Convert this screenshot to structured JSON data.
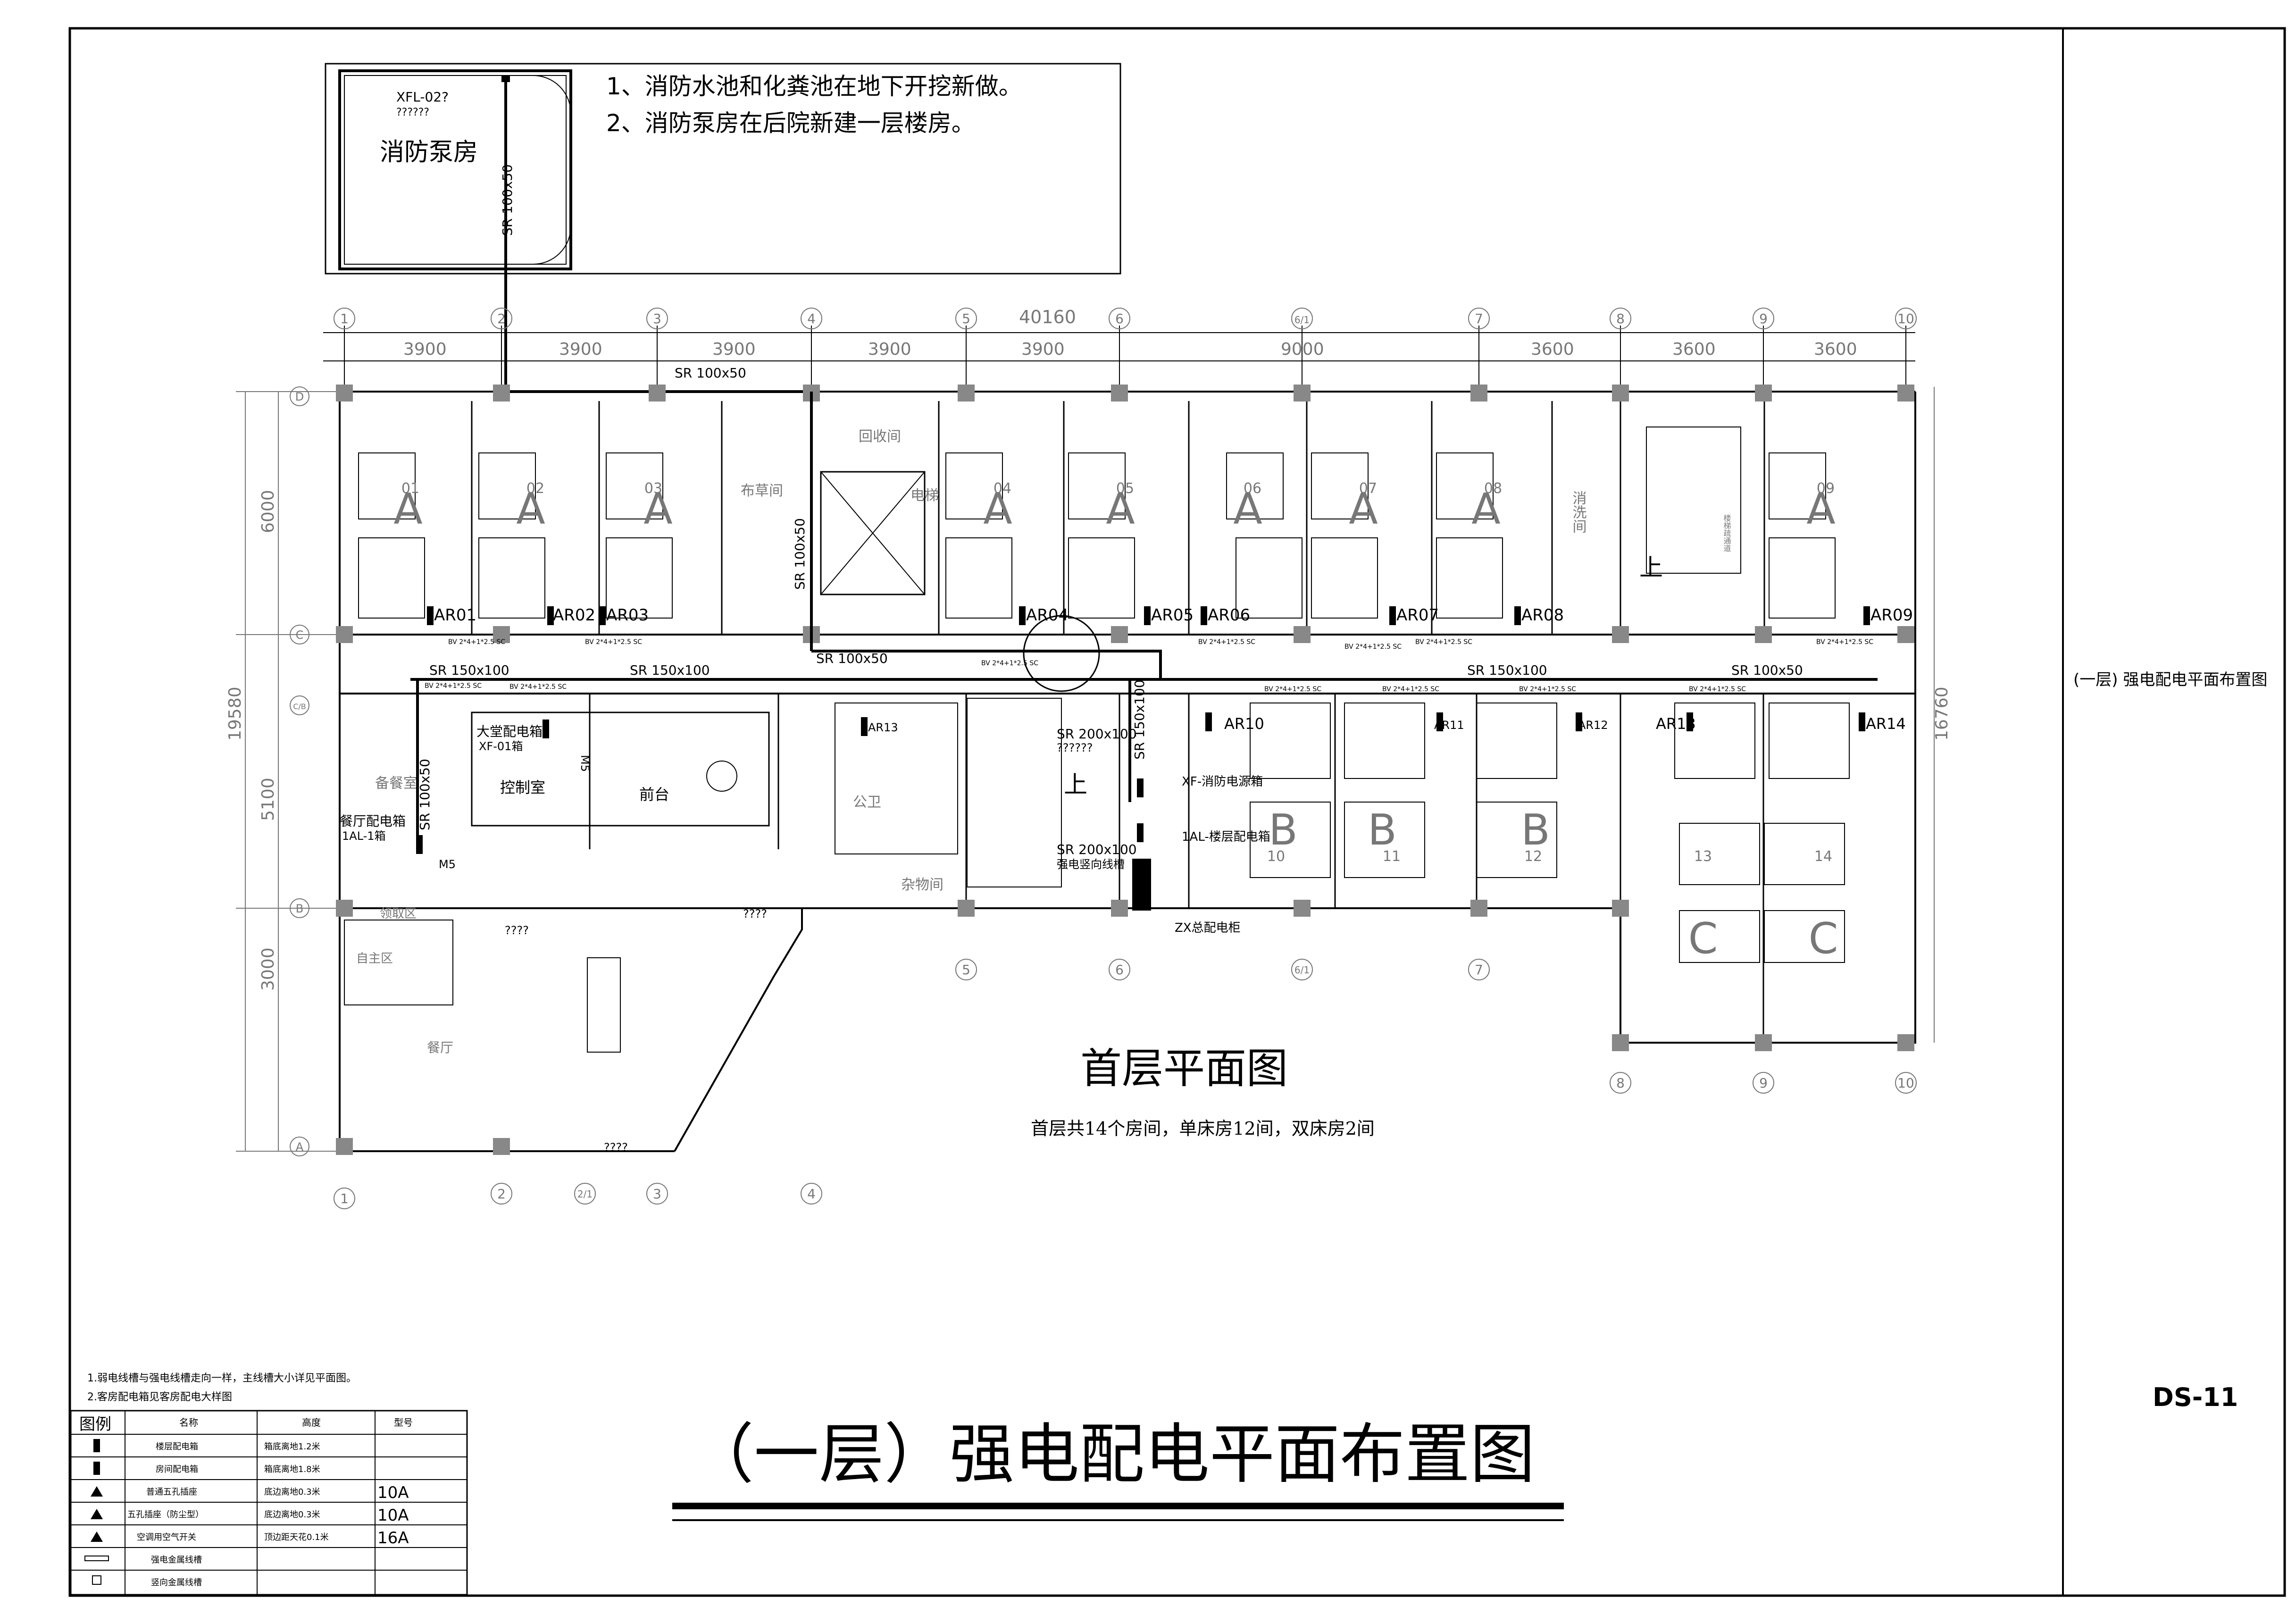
{
  "notes": {
    "line1": "1、消防水池和化粪池在地下开挖新做。",
    "line2": "2、消防泵房在后院新建一层楼房。"
  },
  "pump_room": {
    "label": "消防泵房",
    "box_id": "XFL-02?",
    "box_desc": "??????",
    "riser": "SR 100x50"
  },
  "dimensions": {
    "top_total": "40160",
    "top_segments": [
      "3900",
      "3900",
      "3900",
      "3900",
      "3900",
      "9000",
      "3600",
      "3600",
      "3600"
    ],
    "left_total": "19580",
    "left_segments": [
      "6000",
      "5100",
      "3000"
    ],
    "right_total": "16760"
  },
  "axes": {
    "top": [
      "1",
      "2",
      "3",
      "4",
      "5",
      "6",
      "6/1",
      "7",
      "8",
      "9",
      "10"
    ],
    "bottom_left": [
      "1",
      "2",
      "2/1",
      "3",
      "4"
    ],
    "bottom_mid": [
      "5",
      "6",
      "6/1",
      "7"
    ],
    "bottom_right": [
      "8",
      "9",
      "10"
    ],
    "left": [
      "D",
      "C",
      "C/B",
      "B",
      "A"
    ]
  },
  "trays": {
    "top_run": "SR 100x50",
    "corr_left": "SR 150x100",
    "corr_left2": "SR 150x100",
    "corr_mid": "SR 100x50",
    "corr_right": "SR 150x100",
    "corr_right2": "SR 100x50",
    "vert_left": "SR 100x50",
    "vert_elev": "SR 100x50",
    "vert_mid": "SR 150x100",
    "shaft": "SR 200x100",
    "shaft_note": "??????",
    "shaft2": "SR 200x100",
    "shaft2_note": "强电竖向线槽"
  },
  "wire_tag": "BV 2*4+1*2.5 SC",
  "rooms": {
    "north": [
      "01",
      "02",
      "03",
      "04",
      "05",
      "06",
      "07",
      "08",
      "09"
    ],
    "north_type": "A",
    "south": [
      "10",
      "11",
      "12",
      "13",
      "14"
    ],
    "south_type": "B",
    "corner_type": "C",
    "fabric": "布草间",
    "recycle": "回收间",
    "elevator": "电梯",
    "wash": "消洗间",
    "stair_up": "上",
    "stair_note": "楼梯疏通道",
    "pantry": "备餐室",
    "control": "控制室",
    "front": "前台",
    "toilet": "公卫",
    "storage": "杂物间",
    "pickup": "领取区",
    "self": "自主区",
    "restaurant": "餐厅",
    "door_m5": "M5",
    "door_m5b": "M5"
  },
  "panels": {
    "ar_north": [
      "AR01",
      "AR02",
      "AR03",
      "AR04",
      "AR05",
      "AR06",
      "AR07",
      "AR08",
      "AR09"
    ],
    "ar_south": [
      "AR10",
      "AR11",
      "AR12",
      "AR13",
      "AR14"
    ],
    "ar_toilet": "AR13",
    "lobby_box": "大堂配电箱",
    "lobby_id": "XF-01箱",
    "rest_box": "餐厅配电箱",
    "rest_id": "1AL-1箱",
    "fire_box": "XF-消防电源箱",
    "floor_box": "1AL-楼层配电箱",
    "main_box": "ZX总配电柜",
    "unknown": [
      "????",
      "????",
      "????"
    ]
  },
  "plan_title": "首层平面图",
  "plan_subtitle": "首层共14个房间，单床房12间，双床房2间",
  "bottom_notes": {
    "n1": "1.弱电线槽与强电线槽走向一样，主线槽大小详见平面图。",
    "n2": "2.客房配电箱见客房配电大样图"
  },
  "legend": {
    "headers": [
      "图例",
      "名称",
      "高度",
      "型号"
    ],
    "rows": [
      {
        "icon": "floor-panel",
        "name": "楼层配电箱",
        "height": "箱底离地1.2米",
        "model": ""
      },
      {
        "icon": "room-panel",
        "name": "房间配电箱",
        "height": "箱底离地1.8米",
        "model": ""
      },
      {
        "icon": "socket",
        "name": "普通五孔插座",
        "height": "底边离地0.3米",
        "model": "10A"
      },
      {
        "icon": "socket-shield",
        "name": "五孔插座（防尘型）",
        "height": "底边离地0.3米",
        "model": "10A"
      },
      {
        "icon": "ac-switch",
        "name": "空调用空气开关",
        "height": "顶边距天花0.1米",
        "model": "16A"
      },
      {
        "icon": "tray",
        "name": "强电金属线槽",
        "height": "",
        "model": ""
      },
      {
        "icon": "vertical-tray",
        "name": "竖向金属线槽",
        "height": "",
        "model": ""
      }
    ]
  },
  "drawing_title": "（一层）强电配电平面布置图",
  "title_block": {
    "name": "(一层) 强电配电平面布置图",
    "number": "DS-11"
  }
}
